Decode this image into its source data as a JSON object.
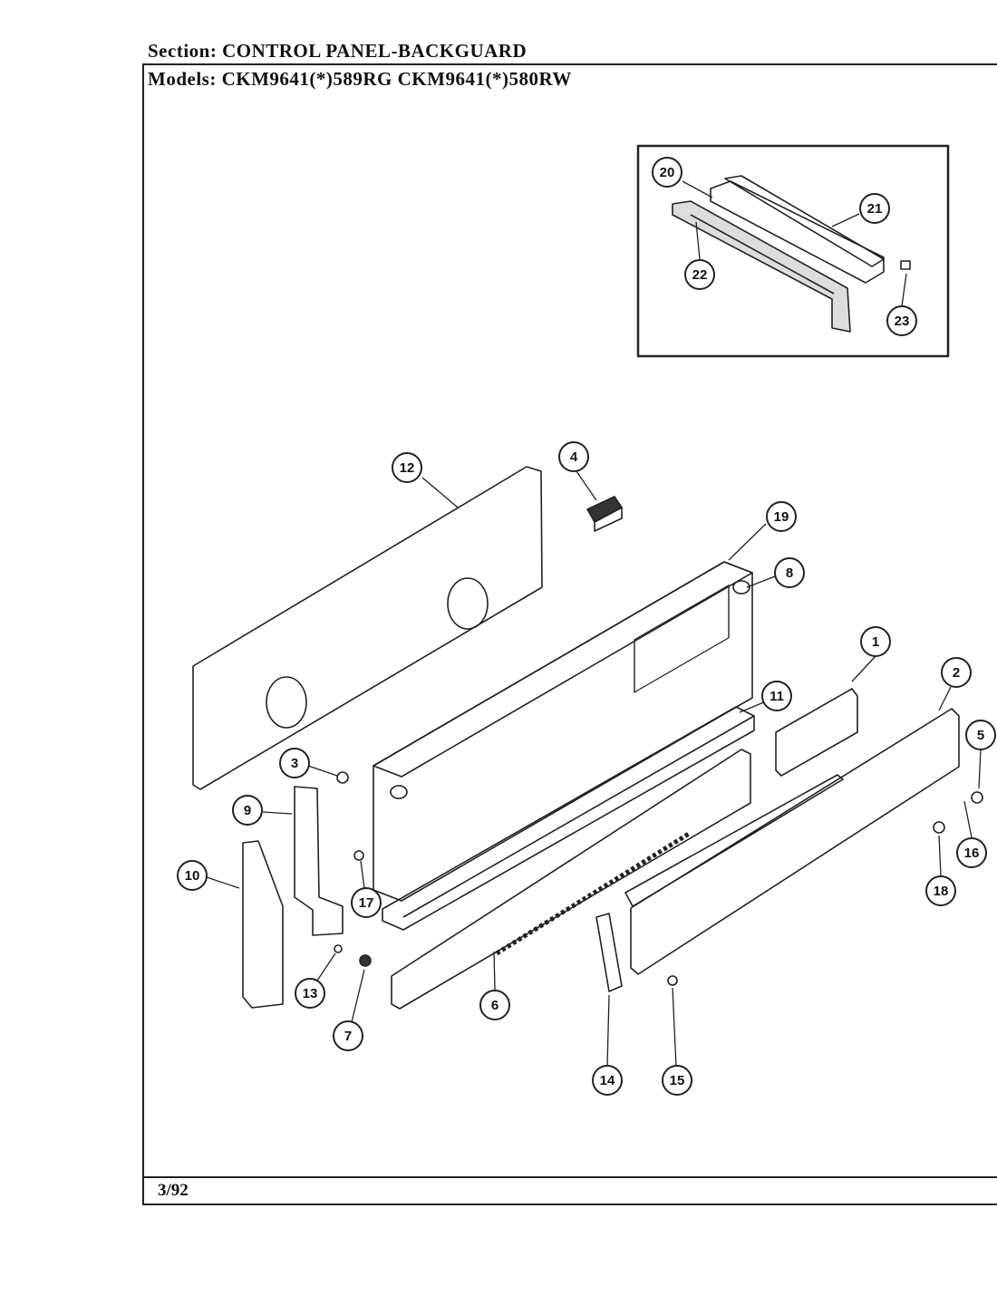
{
  "header": {
    "section_label": "Section:",
    "section_name": "CONTROL PANEL-BACKGUARD",
    "models_label": "Models:",
    "model_1": "CKM9641(*)589RG",
    "model_2": "CKM9641(*)580RW"
  },
  "footer": {
    "date": "3/92"
  },
  "callouts": [
    {
      "id": "1",
      "label": "1"
    },
    {
      "id": "2",
      "label": "2"
    },
    {
      "id": "3",
      "label": "3"
    },
    {
      "id": "4",
      "label": "4"
    },
    {
      "id": "5",
      "label": "5"
    },
    {
      "id": "6",
      "label": "6"
    },
    {
      "id": "7",
      "label": "7"
    },
    {
      "id": "8",
      "label": "8"
    },
    {
      "id": "9",
      "label": "9"
    },
    {
      "id": "10",
      "label": "10"
    },
    {
      "id": "11",
      "label": "11"
    },
    {
      "id": "12",
      "label": "12"
    },
    {
      "id": "13",
      "label": "13"
    },
    {
      "id": "14",
      "label": "14"
    },
    {
      "id": "15",
      "label": "15"
    },
    {
      "id": "16",
      "label": "16"
    },
    {
      "id": "17",
      "label": "17"
    },
    {
      "id": "18",
      "label": "18"
    },
    {
      "id": "19",
      "label": "19"
    },
    {
      "id": "20",
      "label": "20"
    },
    {
      "id": "21",
      "label": "21"
    },
    {
      "id": "22",
      "label": "22"
    },
    {
      "id": "23",
      "label": "23"
    }
  ]
}
